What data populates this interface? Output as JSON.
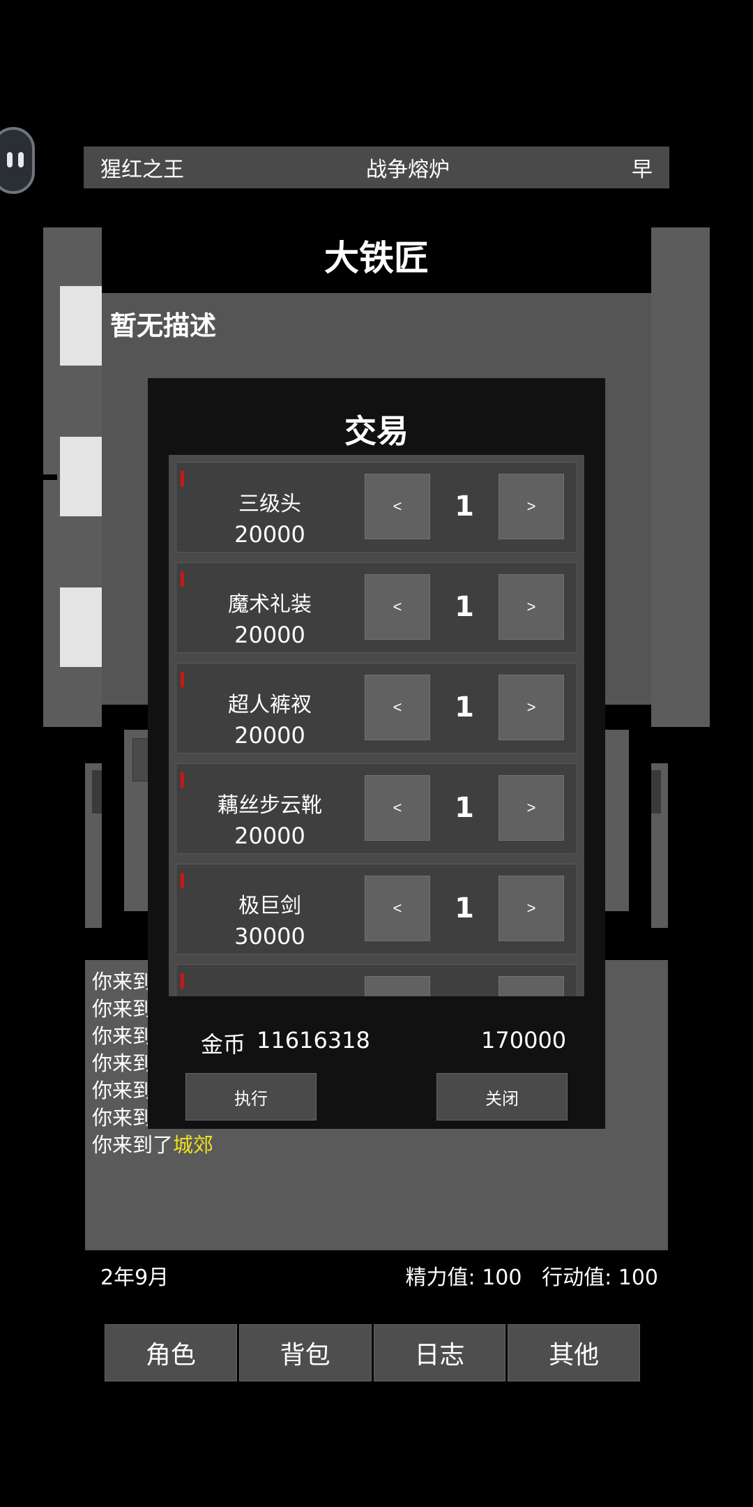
{
  "top_bar": {
    "left": "猩红之王",
    "center": "战争熔炉",
    "right": "早"
  },
  "npc": {
    "name": "大铁匠",
    "description": "暂无描述"
  },
  "trade": {
    "title": "交易",
    "items": [
      {
        "name": "三级头",
        "price": "20000",
        "qty": "1"
      },
      {
        "name": "魔术礼装",
        "price": "20000",
        "qty": "1"
      },
      {
        "name": "超人裤衩",
        "price": "20000",
        "qty": "1"
      },
      {
        "name": "藕丝步云靴",
        "price": "20000",
        "qty": "1"
      },
      {
        "name": "极巨剑",
        "price": "30000",
        "qty": "1"
      },
      {
        "name": "",
        "price": "",
        "qty": ""
      }
    ],
    "decrement_label": "<",
    "increment_label": ">",
    "gold_label": "金币",
    "gold_value": "11616318",
    "total_value": "170000",
    "execute_label": "执行",
    "close_label": "关闭"
  },
  "log": {
    "prefix": "你来到",
    "last_line_prefix": "你来到了",
    "last_line_place": "城郊",
    "highlight_color": "#f0e020"
  },
  "status": {
    "date": "2年9月",
    "energy_label": "精力值:",
    "energy_value": "100",
    "action_label": "行动值:",
    "action_value": "100"
  },
  "nav": {
    "role": "角色",
    "bag": "背包",
    "journal": "日志",
    "other": "其他"
  },
  "colors": {
    "marker": "#c81818",
    "background": "#000000",
    "panel": "#4a4a4a"
  }
}
